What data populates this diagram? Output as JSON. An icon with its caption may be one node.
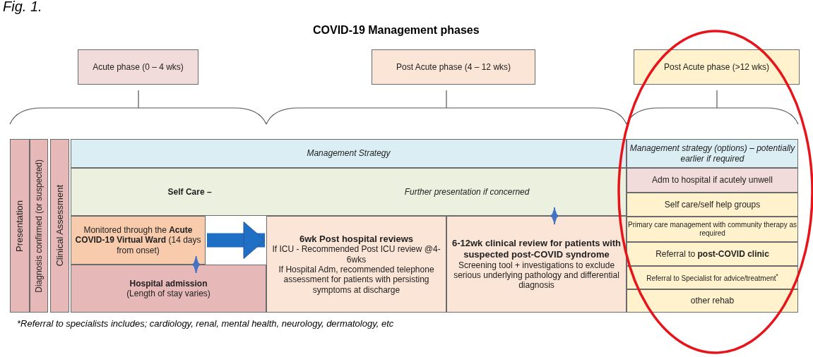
{
  "diagram": {
    "title": "COVID-19 Management phases",
    "nodes": [
      {
        "text": [
          "Acute phase (0 – 4 wks)"
        ]
      },
      {
        "text": [
          "Post Acute phase (4 – 12 wks)"
        ]
      },
      {
        "text": [
          "Post Acute phase (>12 wks)"
        ]
      },
      {
        "text": [
          "Presentation"
        ]
      },
      {
        "text": [
          "Diagnosis confirmed (or suspected)"
        ]
      },
      {
        "text": [
          "Clinical Assessment"
        ]
      },
      {
        "text": [
          "Management Strategy"
        ]
      },
      {
        "text": [
          "Self Care –",
          "Further presentation if concerned"
        ]
      },
      {
        "text": [
          "Monitored through the **Acute COVID-19 Virtual Ward** (14 days from onset)"
        ]
      },
      {
        "text": [
          "Hospital admission",
          "(Length of stay varies)"
        ]
      },
      {
        "text": [
          "6wk Post hospital reviews",
          "If ICU - Recommended Post ICU review @4-6wks",
          "If Hospital Adm, recommended telephone assessment for patients with persisting symptoms at discharge"
        ]
      },
      {
        "text": [
          "6-12wk clinical review for patients with suspected post-COVID syndrome",
          "Screening tool + investigations to exclude serious underlying pathology and differential diagnosis"
        ]
      },
      {
        "text": [
          "Management strategy (options) – potentially earlier if required"
        ]
      },
      {
        "text": [
          "Adm to hospital if acutely unwell"
        ]
      },
      {
        "text": [
          "Self care/self help groups"
        ]
      },
      {
        "text": [
          "Primary care management with community therapy as required"
        ]
      },
      {
        "text": [
          "Referral to **post-COVID clinic**"
        ]
      },
      {
        "text": [
          "Referral to Specialist for advice/treatment$^{*}$"
        ]
      },
      {
        "text": [
          "other rehab"
        ]
      }
    ],
    "edges": [
      {
        "from": 8,
        "to": 10,
        "arrow": "to",
        "style": "thick"
      },
      {
        "from": 8,
        "to": 9,
        "arrow": "both"
      },
      {
        "from": 7,
        "to": 11,
        "arrow": "both"
      }
    ],
    "labels": [
      "Fig. 1.",
      "*Referral to specialists includes; cardiology, renal, mental health, neurology, dermatology, etc"
    ]
  }
}
